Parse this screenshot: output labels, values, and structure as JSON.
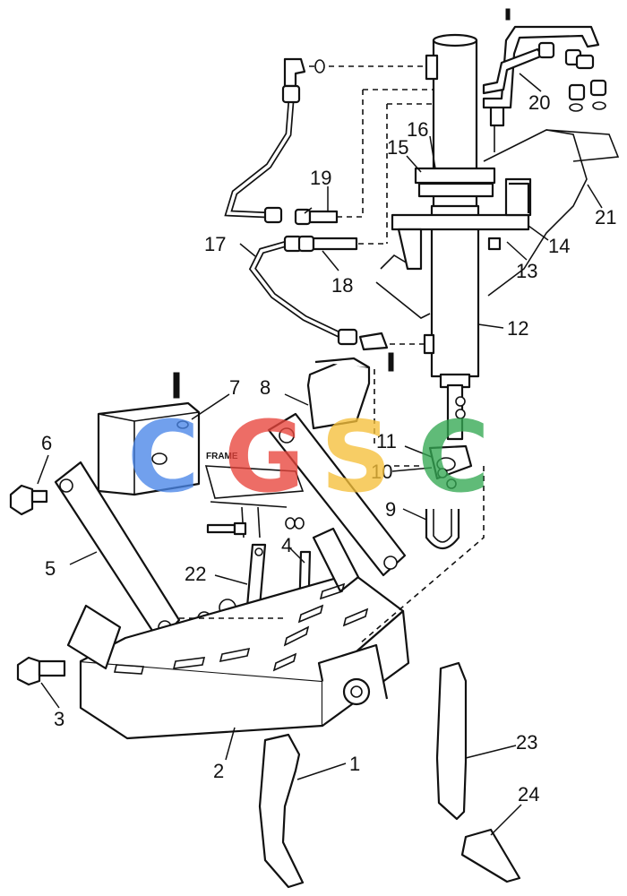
{
  "callouts": {
    "c1": "1",
    "c2": "2",
    "c3": "3",
    "c4": "4",
    "c5": "5",
    "c6": "6",
    "c7": "7",
    "c8": "8",
    "c9": "9",
    "c10": "10",
    "c11": "11",
    "c12": "12",
    "c13": "13",
    "c14": "14",
    "c15": "15",
    "c16": "16",
    "c17": "17",
    "c18": "18",
    "c19": "19",
    "c20": "20",
    "c21": "21",
    "c22": "22",
    "c23": "23",
    "c24": "24"
  },
  "frame_label": "FRAME",
  "watermark": {
    "letters": [
      "C",
      "G",
      "S",
      "C"
    ],
    "colors": [
      "#4a86e8",
      "#e8453c",
      "#f6c03b",
      "#34a853"
    ]
  }
}
